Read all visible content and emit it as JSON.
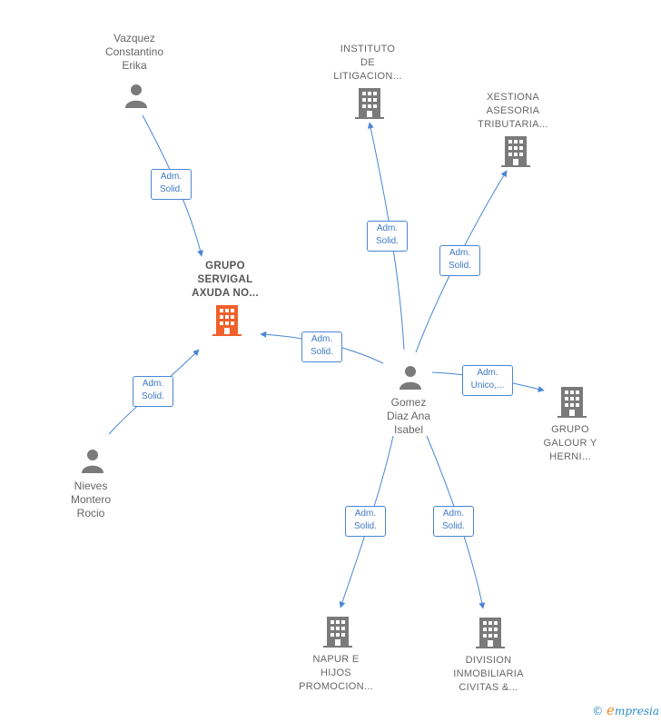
{
  "nodes": {
    "vazquez": {
      "label": "Vazquez\nConstantino\nErika",
      "type": "person"
    },
    "grupo_servigal": {
      "label": "GRUPO\nSERVIGAL\nAXUDA NO...",
      "type": "company-main"
    },
    "nieves": {
      "label": "Nieves\nMontero\nRocio",
      "type": "person"
    },
    "instituto": {
      "label": "INSTITUTO\nDE\nLITIGACION...",
      "type": "company"
    },
    "xestiona": {
      "label": "XESTIONA\nASESORIA\nTRIBUTARIA...",
      "type": "company"
    },
    "gomez": {
      "label": "Gomez\nDiaz Ana\nIsabel",
      "type": "person"
    },
    "grupo_galour": {
      "label": "GRUPO\nGALOUR Y\nHERNI...",
      "type": "company"
    },
    "napur": {
      "label": "NAPUR E\nHIJOS\nPROMOCION...",
      "type": "company"
    },
    "division": {
      "label": "DIVISION\nINMOBILIARIA\nCIVITAS &...",
      "type": "company"
    }
  },
  "edges": {
    "vazquez_servigal": "Adm.\nSolid.",
    "nieves_servigal": "Adm.\nSolid.",
    "gomez_servigal": "Adm.\nSolid.",
    "gomez_instituto": "Adm.\nSolid.",
    "gomez_xestiona": "Adm.\nSolid.",
    "gomez_galour": "Adm.\nUnico,...",
    "gomez_napur": "Adm.\nSolid.",
    "gomez_division": "Adm.\nSolid."
  },
  "footer": {
    "copyright": "©",
    "brand_initial": "e",
    "brand_rest": "mpresia"
  },
  "colors": {
    "edge": "#4a86d4",
    "icon": "#7a7a7a",
    "main_icon": "#f0602a"
  },
  "icons": {
    "person": "person-icon",
    "company": "building-icon"
  }
}
